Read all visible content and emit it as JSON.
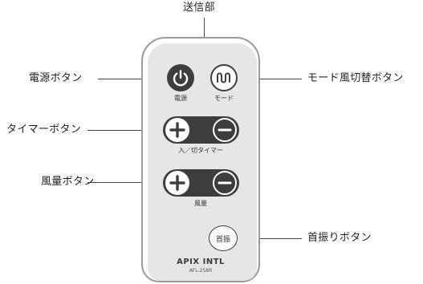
{
  "callouts": {
    "transmitter": "送信部",
    "power_button": "電源ボタン",
    "mode_button": "モード風切替ボタン",
    "timer_button": "タイマーボタン",
    "wind_button": "風量ボタン",
    "swing_button": "首振りボタン"
  },
  "remote": {
    "power_label": "電源",
    "mode_label": "モード",
    "timer_label": "入／切タイマー",
    "wind_label": "風量",
    "swing_button_text": "首振",
    "brand": "APIX INTL",
    "model": "AFL-258R"
  },
  "icons": {
    "power": "power-icon",
    "mode": "wave-icon",
    "plus": "plus-icon",
    "minus": "minus-icon"
  },
  "colors": {
    "dark_button": "#3d3d3d",
    "remote_body": "#e6e6e6",
    "remote_outline": "#9a9a9a",
    "leader_line": "#444444"
  }
}
